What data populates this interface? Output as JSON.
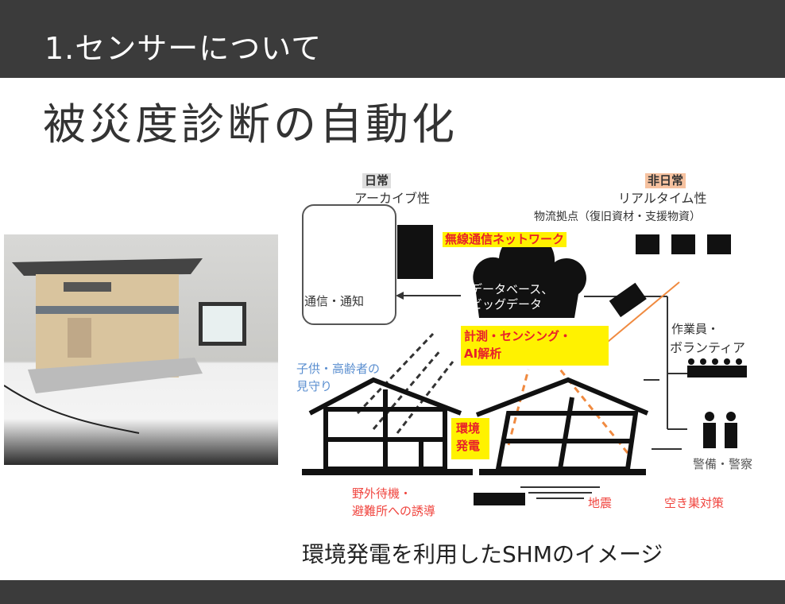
{
  "header": {
    "section": "1.センサーについて"
  },
  "slide": {
    "title": "被災度診断の自動化",
    "caption": "環境発電を利用したSHMのイメージ"
  },
  "diagram": {
    "daily": "日常",
    "archive": "アーカイブ性",
    "nondaily": "非日常",
    "realtime": "リアルタイム性",
    "logistics": "物流拠点（復旧資材・支援物資）",
    "network": "無線通信ネットワーク",
    "database_1": "データベース、",
    "database_2": "ビッグデータ",
    "comm": "通信・通知",
    "sensing_1": "計測・センシング・",
    "sensing_2": "AI解析",
    "workers_1": "作業員・",
    "workers_2": "ボランティア",
    "watch_1": "子供・高齢者の",
    "watch_2": "見守り",
    "harvest_1": "環境",
    "harvest_2": "発電",
    "security": "警備・警察",
    "evac_1": "野外待機・",
    "evac_2": "避難所への誘導",
    "quake": "地震",
    "burglary": "空き巣対策"
  }
}
